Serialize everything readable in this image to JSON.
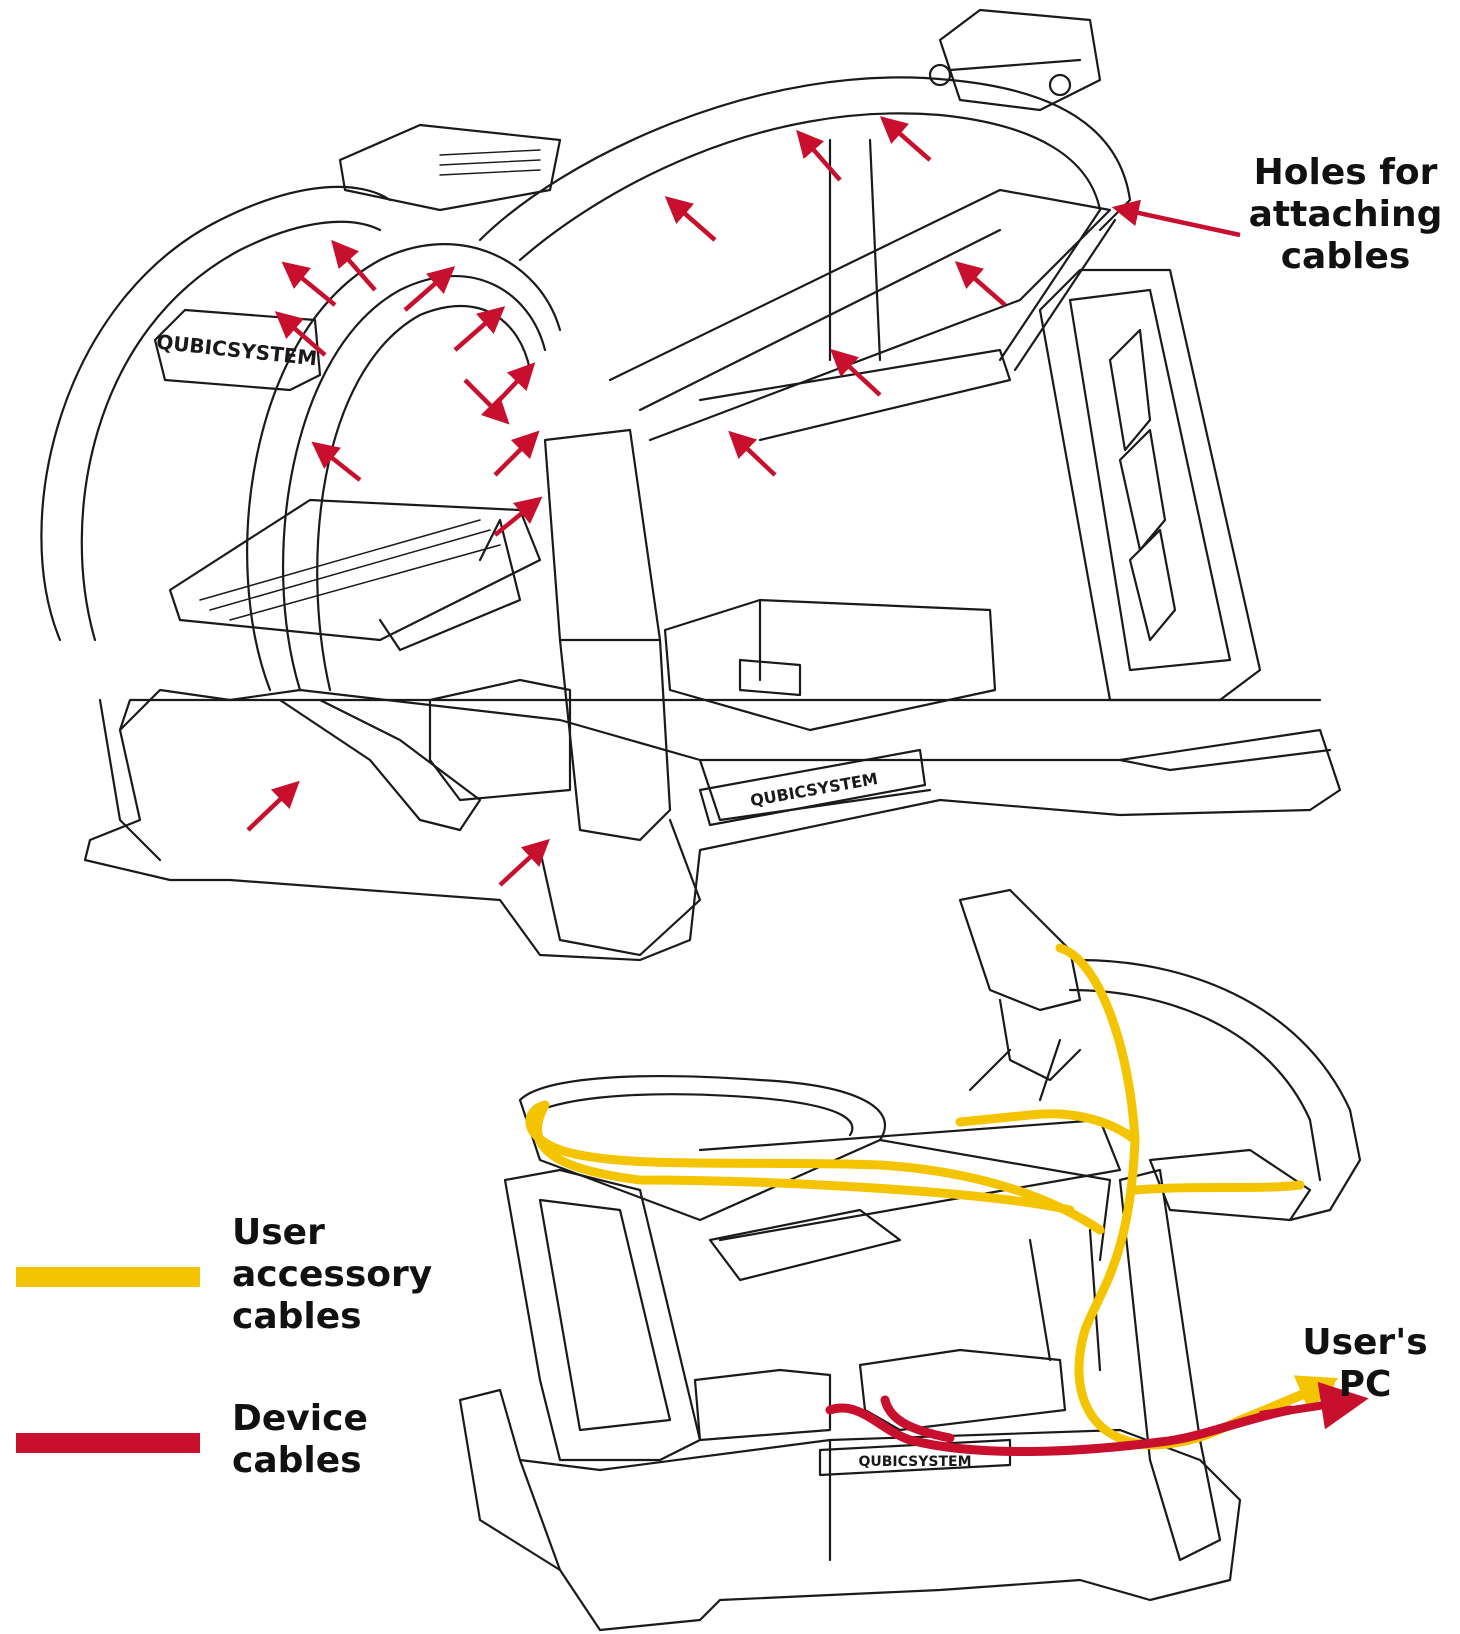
{
  "labels": {
    "holes": "Holes for\nattaching\ncables",
    "users_pc": "User's\nPC",
    "user_accessory": "User\naccessory\ncables",
    "device": "Device\ncables"
  },
  "brand": {
    "name": "QUBICSYSTEM"
  },
  "colors": {
    "user_cable": "#f5c400",
    "device_cable": "#c8102e",
    "line_art": "#1a1a1a",
    "background": "#ffffff"
  },
  "legend": [
    {
      "label_key": "user_accessory",
      "color": "#f5c400"
    },
    {
      "label_key": "device",
      "color": "#c8102e"
    }
  ]
}
